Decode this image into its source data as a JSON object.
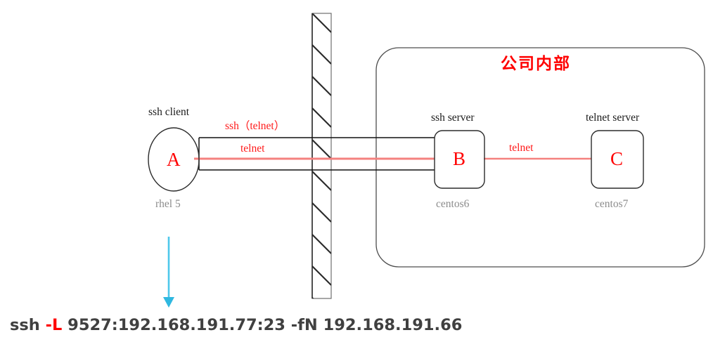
{
  "diagram": {
    "title": "ssh local port forwarding diagram",
    "zone": {
      "label": "公司内部",
      "color": "#ff0000"
    },
    "firewall": {
      "name": "firewall-wall",
      "hatch_color": "#333333"
    },
    "nodes": [
      {
        "id": "A",
        "letter": "A",
        "role": "ssh client",
        "os": "rhel 5",
        "shape": "ellipse"
      },
      {
        "id": "B",
        "letter": "B",
        "role": "ssh server",
        "os": "centos6",
        "shape": "rounded-rect"
      },
      {
        "id": "C",
        "letter": "C",
        "role": "telnet server",
        "os": "centos7",
        "shape": "rounded-rect"
      }
    ],
    "links": [
      {
        "id": "tunnel",
        "label": "ssh（telnet）",
        "from": "A",
        "to": "B",
        "style": "double-black-line",
        "color": "#000000"
      },
      {
        "id": "telnet-inner",
        "label": "telnet",
        "from": "A",
        "to": "B",
        "style": "red-line",
        "color": "#f4817f"
      },
      {
        "id": "telnet-bc",
        "label": "telnet",
        "from": "B",
        "to": "C",
        "style": "red-line",
        "color": "#f4817f"
      }
    ],
    "arrow": {
      "name": "command-pointer-arrow",
      "color": "#4dc8eb",
      "direction": "down"
    },
    "command": {
      "prefix": "ssh ",
      "flag": "-L",
      "suffix": " 9527:192.168.191.77:23 -fN 192.168.191.66",
      "full": "ssh -L 9527:192.168.191.77:23 -fN 192.168.191.66"
    }
  }
}
